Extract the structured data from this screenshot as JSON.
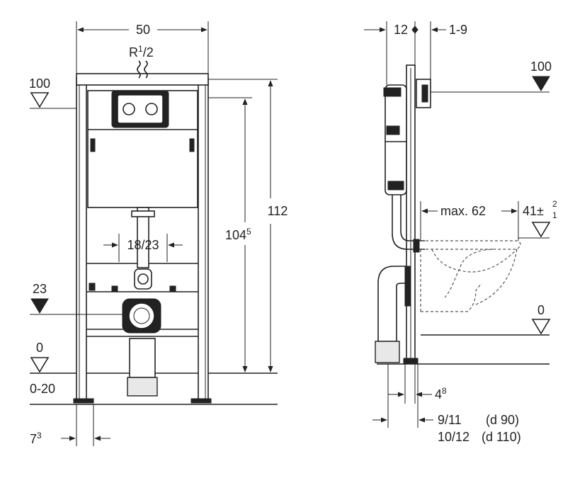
{
  "colors": {
    "ink": "#222222",
    "paper": "#ffffff"
  },
  "front_view": {
    "width": "50",
    "supply": {
      "base": "R",
      "sup": "1",
      "sub": "/2"
    },
    "level_100": "100",
    "level_23": "23",
    "level_0": "0",
    "floor_range": "0-20",
    "height_total": "112",
    "height_frame": {
      "base": "104",
      "sup": "5"
    },
    "drain_spacing": "18/23",
    "foot_offset": {
      "base": "7",
      "sup": "3"
    }
  },
  "side_view": {
    "depth": "12",
    "gap": "1-9",
    "level_100": "100",
    "level_0": "0",
    "bowl_reach": "max. 62",
    "bowl_height": {
      "base": "41",
      "tol": "±",
      "top": "2",
      "bottom": "1"
    },
    "pipe_offset": {
      "base": "4",
      "sup": "8"
    },
    "outlet_small": "9/11",
    "outlet_small_note": "(d 90)",
    "outlet_large": "10/12",
    "outlet_large_note": "(d 110)"
  }
}
